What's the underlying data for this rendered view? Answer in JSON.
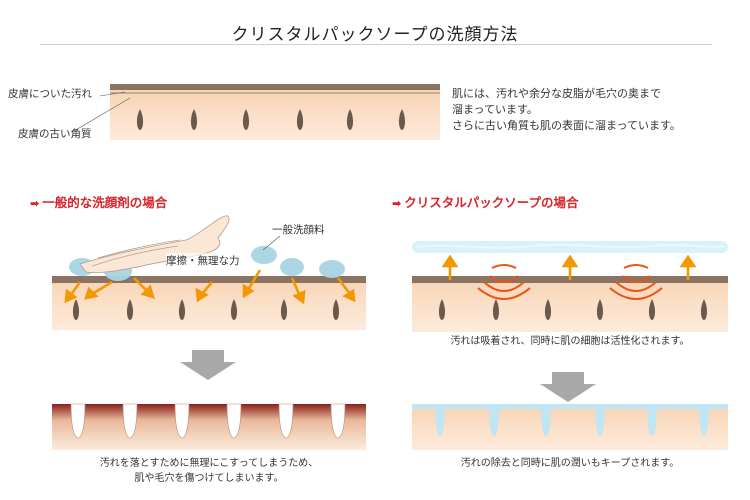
{
  "title": "クリスタルパックソープの洗顔方法",
  "intro": {
    "label_dirt": "皮膚についた汚れ",
    "label_horny": "皮膚の古い角質",
    "description": [
      "肌には、汚れや余分な皮脂が毛穴の奥まで",
      "溜まっています。",
      "さらに古い角質も肌の表面に溜まっています。"
    ]
  },
  "left": {
    "heading": "一般的な洗顔剤の場合",
    "label_cleanser": "一般洗顔料",
    "label_force": "摩擦・無理な力",
    "caption": [
      "汚れを落とすために無理にこすってしまうため、",
      "肌や毛穴を傷つけてしまいます。"
    ]
  },
  "right": {
    "heading": "クリスタルパックソープの場合",
    "caption_top": "汚れは吸着され、同時に肌の細胞は活性化されます。",
    "caption_bottom": "汚れの除去と同時に肌の潤いもキープされます。"
  },
  "colors": {
    "skin": "#fbe3cc",
    "skin_dark": "#f6c9a2",
    "dirt_layer": "#8a7360",
    "pore": "#6b5a4c",
    "accent_red": "#d8232a",
    "arrow_orange": "#f39800",
    "bubble": "#a9d4e4",
    "crystal": "#cfeefa",
    "damaged": "#a1322c"
  },
  "icons": {
    "heading_arrow": "right-arrow-icon",
    "down_arrow": "down-arrow-icon",
    "hand": "hand-icon"
  }
}
